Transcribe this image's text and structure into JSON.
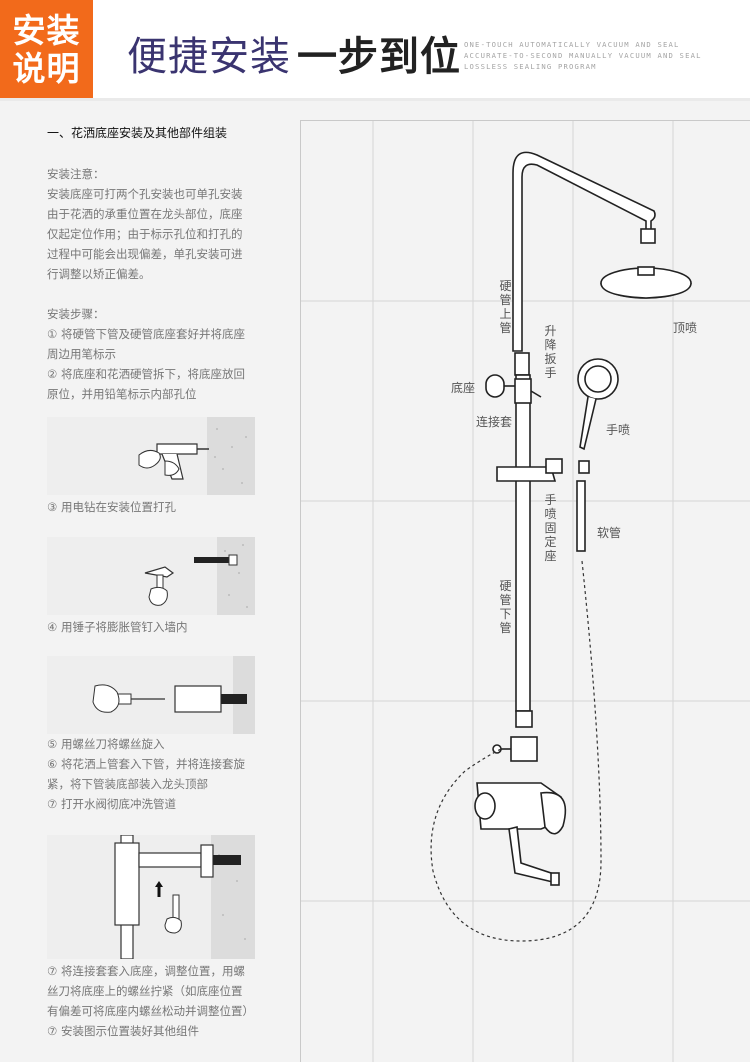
{
  "header": {
    "badge_line1": "安装",
    "badge_line2": "说明",
    "title_light": "便捷安装",
    "title_bold": "一步到位",
    "subtitle": [
      "ONE-TOUCH AUTOMATICALLY VACUUM AND SEAL",
      "ACCURATE-TO-SECOND MANUALLY VACUUM AND SEAL",
      "LOSSLESS SEALING PROGRAM"
    ]
  },
  "section": {
    "heading": "一、花洒底座安装及其他部件组装",
    "note_title": "安装注意：",
    "note_lines": [
      "安装底座可打两个孔安装也可单孔安装",
      "由于花洒的承重位置在龙头部位，底座",
      "仅起定位作用；由于标示孔位和打孔的",
      "过程中可能会出现偏差，单孔安装可进",
      "行调整以矫正偏差。"
    ],
    "steps_title": "安装步骤：",
    "step1_lines": [
      "①  将硬管下管及硬管底座套好并将底座",
      "周边用笔标示"
    ],
    "step2_lines": [
      "②  将底座和花洒硬管拆下，将底座放回",
      "原位，并用铅笔标示内部孔位"
    ],
    "cap3": "③  用电钻在安装位置打孔",
    "cap4": "④  用锤子将膨胀管钉入墙内",
    "cap5_lines": [
      "⑤  用螺丝刀将螺丝旋入",
      "⑥  将花洒上管套入下管，并将连接套旋",
      "紧，将下管装底部装入龙头顶部",
      "⑦  打开水阀彻底冲洗管道"
    ],
    "cap7_lines": [
      "⑦  将连接套套入底座，调整位置，用螺",
      "丝刀将底座上的螺丝拧紧（如底座位置",
      "有偏差可将底座内螺丝松动并调整位置）",
      "⑦  安装图示位置装好其他组件"
    ]
  },
  "diagram": {
    "hard_upper": "硬管上管",
    "lift_wrench": "升降扳手",
    "base": "底座",
    "connector": "连接套",
    "top_spray": "顶喷",
    "hand_spray": "手喷",
    "holder": "手喷固定座",
    "hose": "软管",
    "hard_lower": "硬管下管"
  }
}
